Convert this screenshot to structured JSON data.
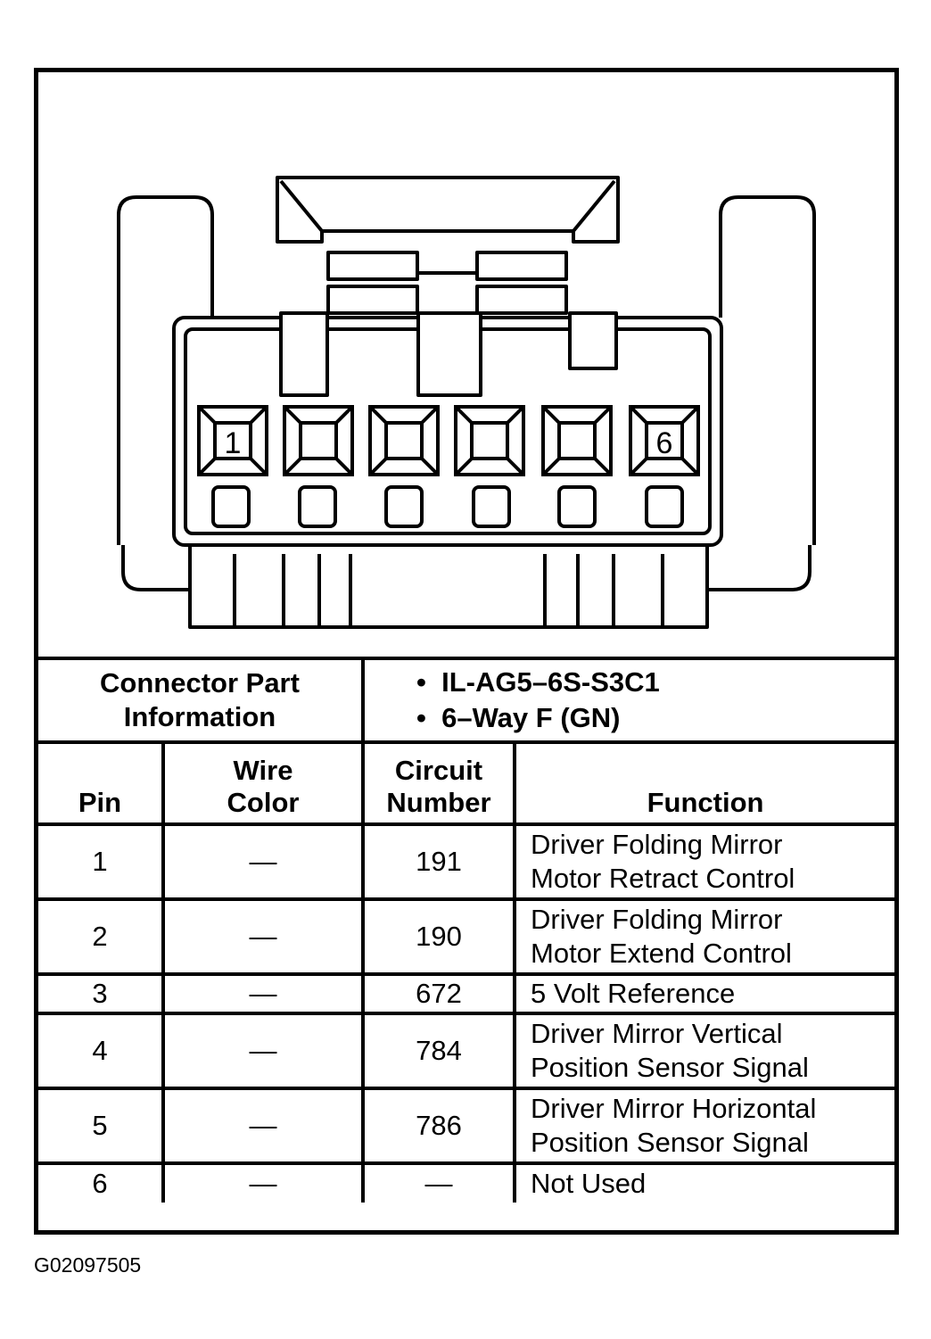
{
  "connector": {
    "pin_labels": [
      "1",
      "6"
    ]
  },
  "info": {
    "label": "Connector Part Information",
    "items": [
      "IL-AG5–6S-S3C1",
      "6–Way F (GN)"
    ]
  },
  "columns": {
    "pin": "Pin",
    "wire_color": "Wire Color",
    "circuit_number": "Circuit Number",
    "function": "Function"
  },
  "rows": [
    {
      "pin": "1",
      "wire": "—",
      "circuit": "191",
      "function": "Driver Folding Mirror Motor Retract Control"
    },
    {
      "pin": "2",
      "wire": "—",
      "circuit": "190",
      "function": "Driver Folding Mirror Motor Extend Control"
    },
    {
      "pin": "3",
      "wire": "—",
      "circuit": "672",
      "function": "5 Volt Reference"
    },
    {
      "pin": "4",
      "wire": "—",
      "circuit": "784",
      "function": "Driver Mirror Vertical Position Sensor Signal"
    },
    {
      "pin": "5",
      "wire": "—",
      "circuit": "786",
      "function": "Driver Mirror Horizontal Position Sensor Signal"
    },
    {
      "pin": "6",
      "wire": "—",
      "circuit": "—",
      "function": "Not Used"
    }
  ],
  "footer_code": "G02097505"
}
